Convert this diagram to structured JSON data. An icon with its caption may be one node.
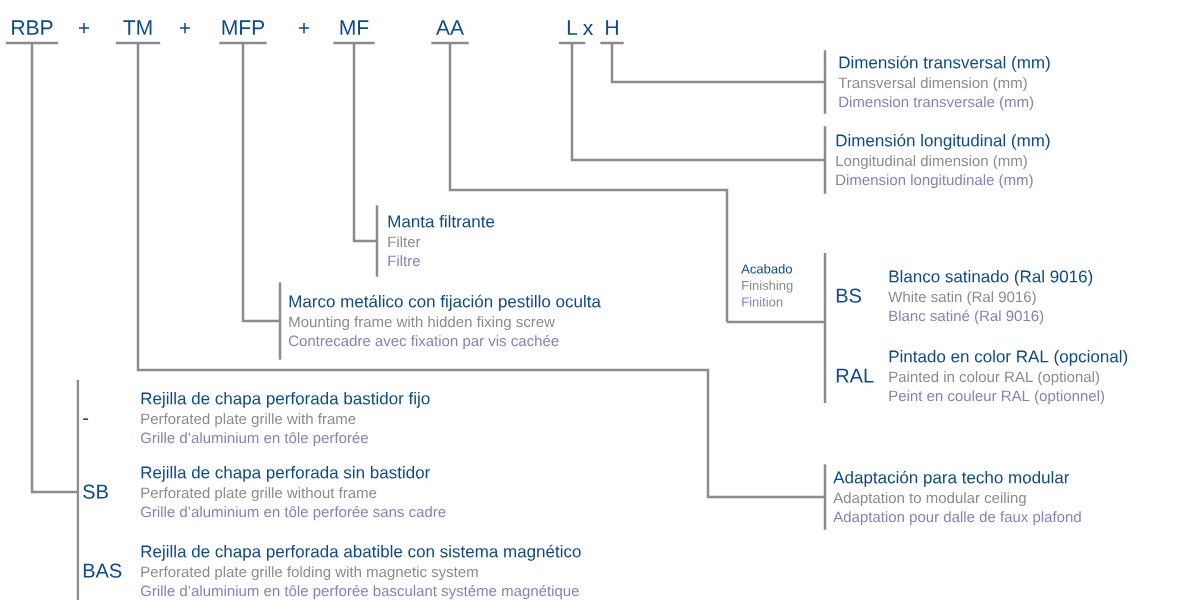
{
  "diagram": {
    "nodes": [
      {
        "text": [
          "RBP"
        ]
      },
      {
        "text": [
          "TM"
        ]
      },
      {
        "text": [
          "MFP"
        ]
      },
      {
        "text": [
          "MF"
        ]
      },
      {
        "text": [
          "AA"
        ]
      },
      {
        "text": [
          "L"
        ]
      },
      {
        "text": [
          "H"
        ]
      },
      {
        "text": [
          "Dimensión transversal (mm)",
          "Transversal dimension (mm)",
          "Dimension transversale (mm)"
        ]
      },
      {
        "text": [
          "Dimensión longitudinal (mm)",
          "Longitudinal dimension (mm)",
          "Dimension longitudinale (mm)"
        ]
      },
      {
        "text": [
          "Manta filtrante",
          "Filter",
          "Filtre"
        ]
      },
      {
        "text": [
          "Acabado",
          "Finishing",
          "Finition"
        ]
      },
      {
        "text": [
          "BS",
          "Blanco satinado (Ral 9016)",
          "White satin (Ral 9016)",
          "Blanc satiné (Ral 9016)"
        ]
      },
      {
        "text": [
          "Marco metálico con fijación pestillo oculta",
          "Mounting frame with hidden fixing screw",
          "Contrecadre avec fixation par vis cachée"
        ]
      },
      {
        "text": [
          "RAL",
          "Pintado en color RAL (opcional)",
          "Painted in colour RAL (optional)",
          "Peint en couleur RAL (optionnel)"
        ]
      },
      {
        "text": [
          "-",
          "Rejilla de chapa perforada bastidor fijo",
          "Perforated plate grille with frame",
          "Grille d’aluminium en tôle perforée"
        ]
      },
      {
        "text": [
          "SB",
          "Rejilla de chapa perforada sin bastidor",
          "Perforated plate grille without frame",
          "Grille d’aluminium en tôle perforée sans cadre"
        ]
      },
      {
        "text": [
          "Adaptación para techo modular",
          "Adaptation to modular ceiling",
          "Adaptation pour dalle de faux plafond"
        ]
      },
      {
        "text": [
          "BAS",
          "Rejilla de chapa perforada abatible con sistema magnético",
          "Perforated plate grille folding with magnetic system",
          "Grille d’aluminium en tôle perforée basculant systéme magnétique"
        ]
      }
    ],
    "edges": [
      {
        "from": 0,
        "to": 14,
        "arrow": "none"
      },
      {
        "from": 0,
        "to": 15,
        "arrow": "none"
      },
      {
        "from": 0,
        "to": 17,
        "arrow": "none"
      },
      {
        "from": 1,
        "to": 16,
        "arrow": "none"
      },
      {
        "from": 2,
        "to": 12,
        "arrow": "none"
      },
      {
        "from": 3,
        "to": 9,
        "arrow": "none"
      },
      {
        "from": 4,
        "to": 10,
        "arrow": "none"
      },
      {
        "from": 5,
        "to": 8,
        "arrow": "none"
      },
      {
        "from": 6,
        "to": 7,
        "arrow": "none"
      },
      {
        "from": 10,
        "to": 11,
        "arrow": "none"
      },
      {
        "from": 10,
        "to": 13,
        "arrow": "none"
      }
    ],
    "labels": [
      "+",
      "+",
      "+",
      "x"
    ]
  }
}
